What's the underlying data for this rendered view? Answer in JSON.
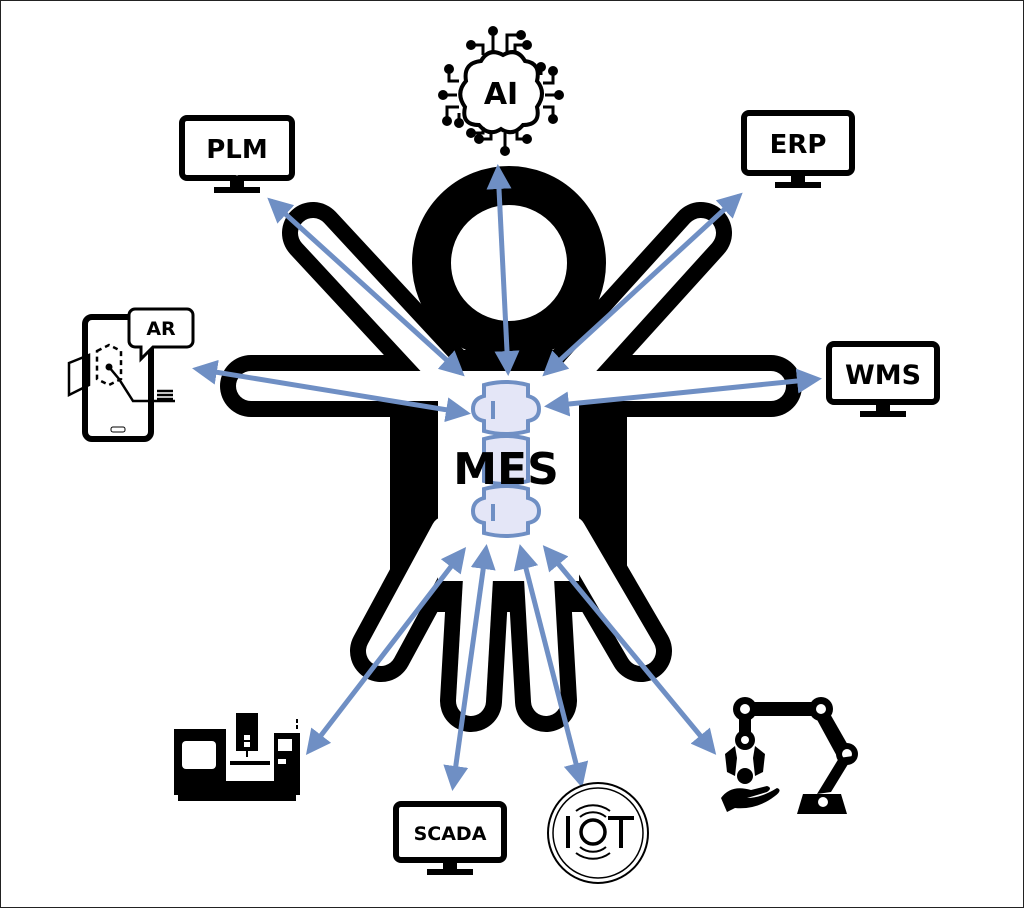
{
  "diagram": {
    "title": "MES",
    "center_label": "MES",
    "center_description": "Spine of a human figure (MES as backbone)",
    "colors": {
      "arrow": "#6F8FC4",
      "spine_fill": "#E4E6F7",
      "spine_stroke": "#6F8FC4",
      "figure_outline": "#000000",
      "background": "#FFFFFF"
    },
    "nodes": [
      {
        "id": "plm",
        "label": "PLM",
        "icon": "monitor-icon"
      },
      {
        "id": "ai",
        "label": "AI",
        "icon": "ai-brain-circuit-icon"
      },
      {
        "id": "erp",
        "label": "ERP",
        "icon": "monitor-icon"
      },
      {
        "id": "ar",
        "label": "AR",
        "icon": "ar-smartphone-icon"
      },
      {
        "id": "wms",
        "label": "WMS",
        "icon": "monitor-icon"
      },
      {
        "id": "cnc",
        "label": "",
        "icon": "cnc-machine-icon"
      },
      {
        "id": "scada",
        "label": "SCADA",
        "icon": "monitor-icon"
      },
      {
        "id": "iot",
        "label": "IOT",
        "icon": "iot-circle-icon"
      },
      {
        "id": "robot",
        "label": "",
        "icon": "robot-arm-icon"
      }
    ],
    "edges": [
      {
        "from": "MES",
        "to": "PLM",
        "bidirectional": true
      },
      {
        "from": "MES",
        "to": "AI",
        "bidirectional": true
      },
      {
        "from": "MES",
        "to": "ERP",
        "bidirectional": true
      },
      {
        "from": "MES",
        "to": "AR",
        "bidirectional": true
      },
      {
        "from": "MES",
        "to": "WMS",
        "bidirectional": true
      },
      {
        "from": "MES",
        "to": "CNC",
        "bidirectional": true
      },
      {
        "from": "MES",
        "to": "SCADA",
        "bidirectional": true
      },
      {
        "from": "MES",
        "to": "IOT",
        "bidirectional": true
      },
      {
        "from": "MES",
        "to": "Robot",
        "bidirectional": true
      }
    ]
  }
}
